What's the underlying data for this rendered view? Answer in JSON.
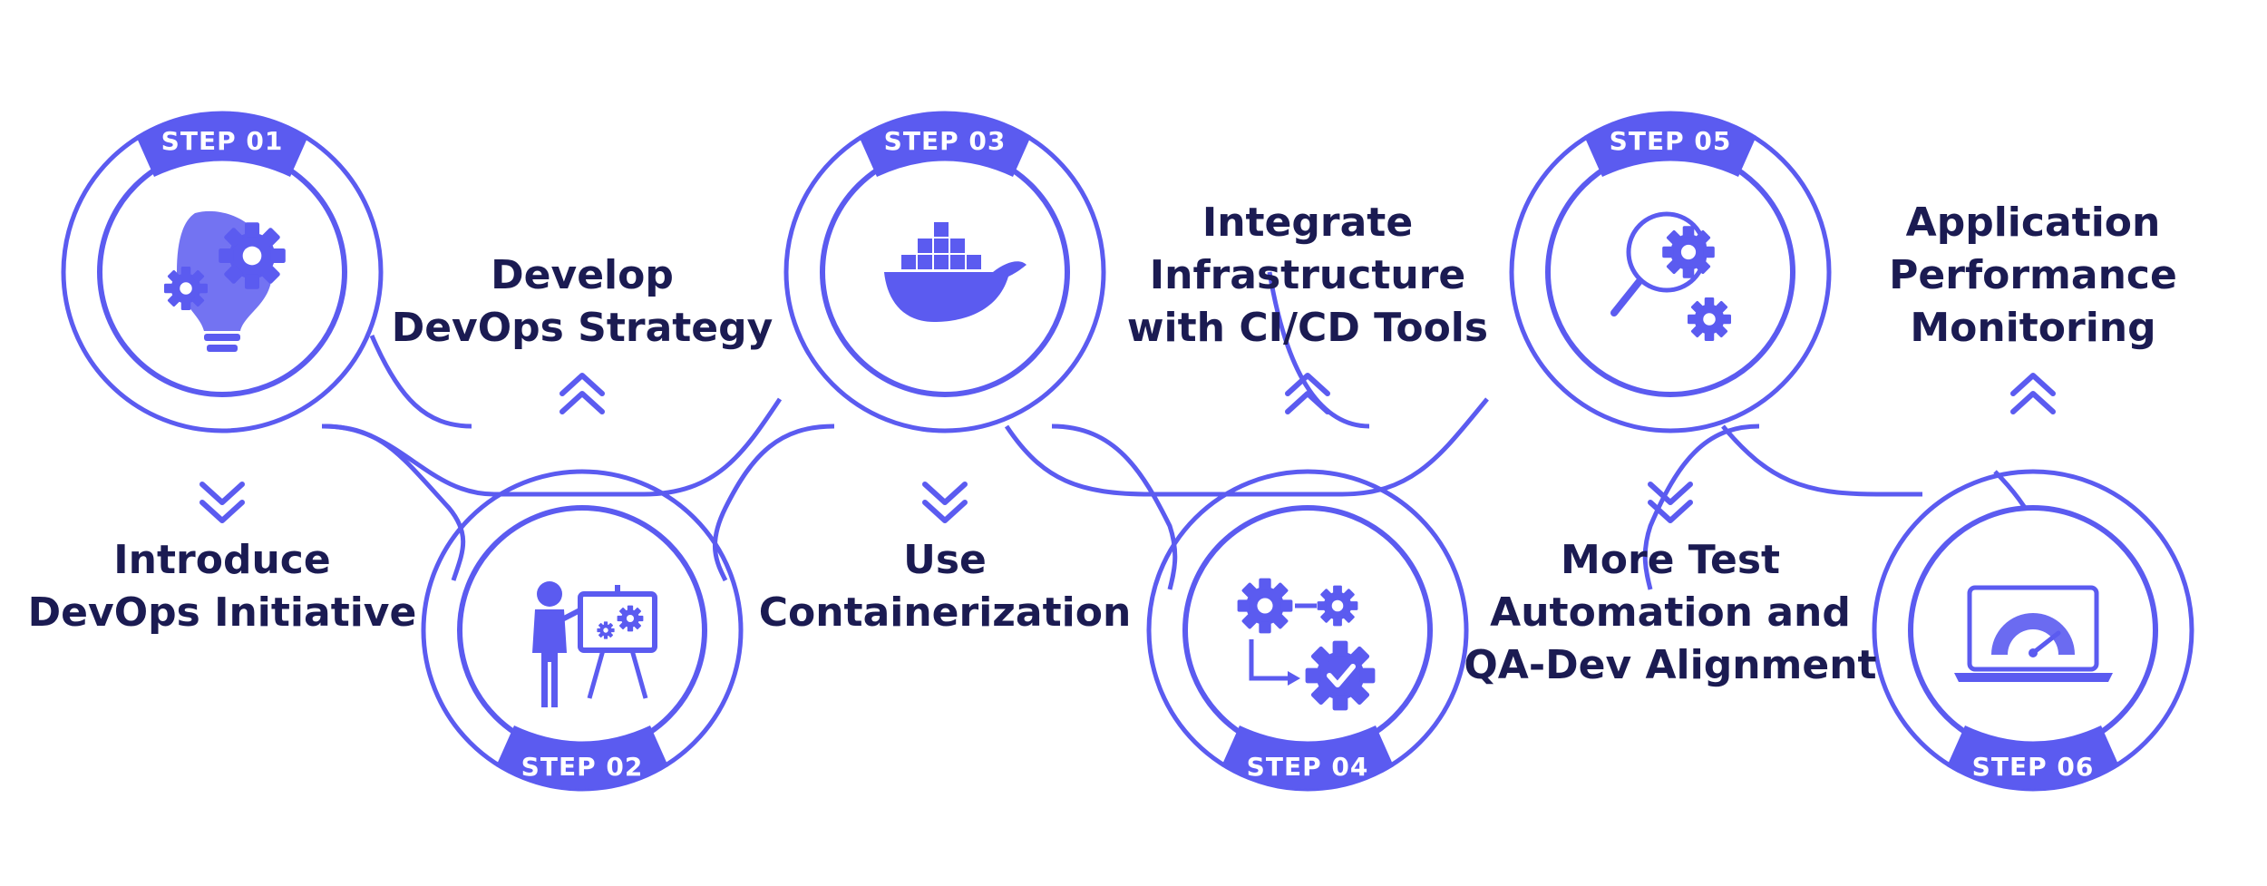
{
  "colors": {
    "accent": "#5b5bf0",
    "text": "#1b1b52",
    "background": "#ffffff"
  },
  "steps": [
    {
      "badge": "STEP 01",
      "title_lines": [
        "Introduce",
        "DevOps Initiative"
      ],
      "icon": "lightbulb-gears-icon",
      "arrow": "chevron-down-icon"
    },
    {
      "badge": "STEP 02",
      "title_lines": [
        "Develop",
        "DevOps Strategy"
      ],
      "icon": "presenter-board-icon",
      "arrow": "chevron-up-icon"
    },
    {
      "badge": "STEP 03",
      "title_lines": [
        "Use",
        "Containerization"
      ],
      "icon": "docker-whale-icon",
      "arrow": "chevron-down-icon"
    },
    {
      "badge": "STEP 04",
      "title_lines": [
        "Integrate",
        "Infrastructure",
        "with CI/CD Tools"
      ],
      "icon": "gears-check-icon",
      "arrow": "chevron-up-icon"
    },
    {
      "badge": "STEP 05",
      "title_lines": [
        "More Test",
        "Automation and",
        "QA-Dev Alignment"
      ],
      "icon": "magnifier-gear-icon",
      "arrow": "chevron-down-icon"
    },
    {
      "badge": "STEP 06",
      "title_lines": [
        "Application",
        "Performance",
        "Monitoring"
      ],
      "icon": "laptop-gauge-icon",
      "arrow": "chevron-up-icon"
    }
  ]
}
